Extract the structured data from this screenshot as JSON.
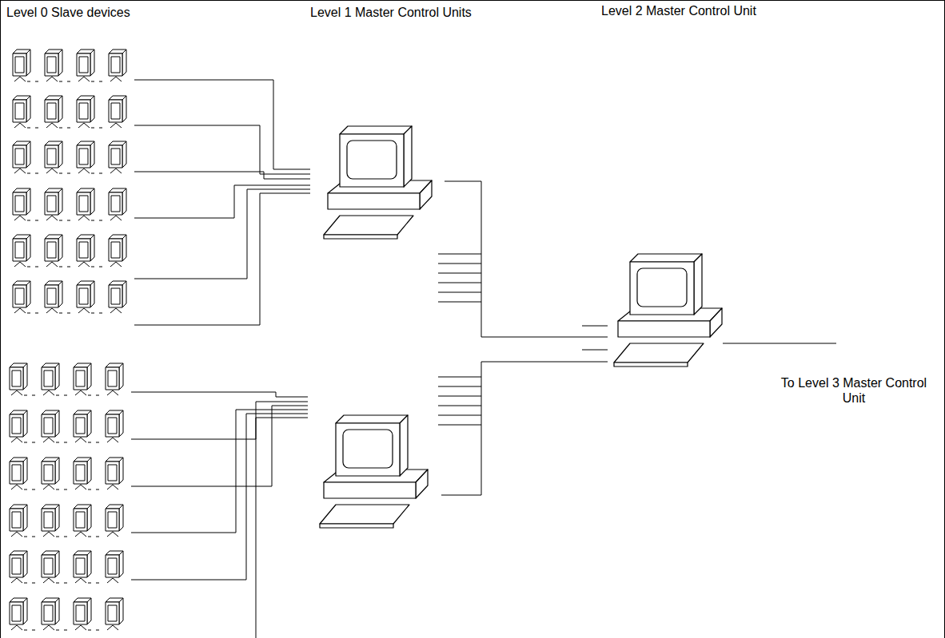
{
  "diagram": {
    "labels": [
      "Level 0 Slave devices",
      "Level 1 Master Control Units",
      "Level 2 Master Control Unit",
      "To Level 3 Master Control Unit"
    ]
  }
}
